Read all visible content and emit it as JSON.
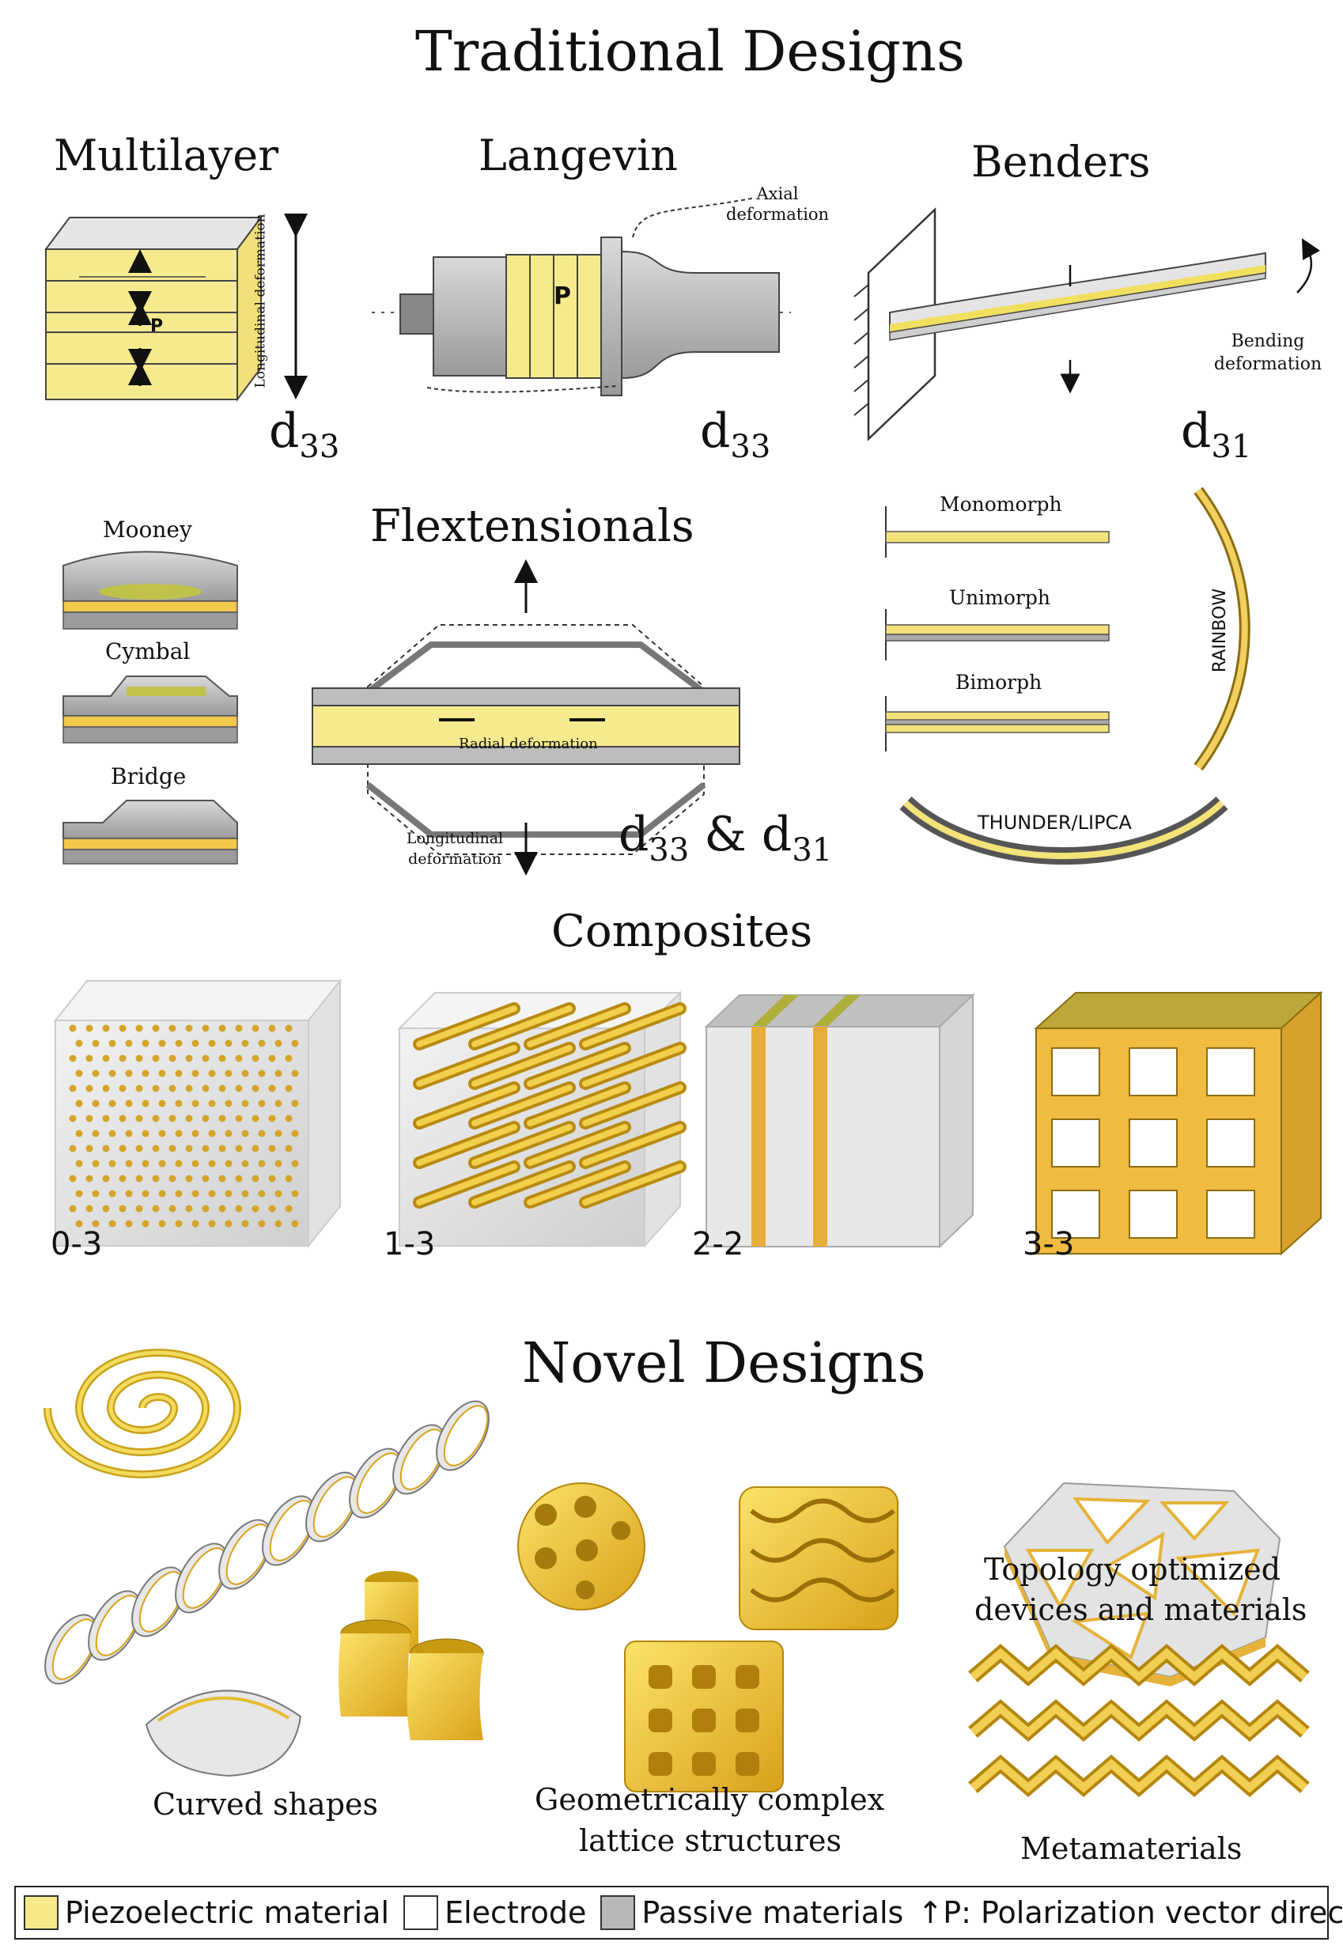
{
  "titles": {
    "traditional": "Traditional Designs",
    "novel": "Novel Designs",
    "composites": "Composites",
    "flextensionals": "Flextensionals"
  },
  "traditional": {
    "multilayer": {
      "title": "Multilayer",
      "side_label": "Longitudinal deformation",
      "p_label": "P",
      "coefficient": {
        "base": "d",
        "sub": "33"
      }
    },
    "langevin": {
      "title": "Langevin",
      "callout": "Axial deformation",
      "p_label": "P",
      "coefficient": {
        "base": "d",
        "sub": "33"
      }
    },
    "benders": {
      "title": "Benders",
      "callout": "Bending deformation",
      "coefficient": {
        "base": "d",
        "sub": "31"
      }
    }
  },
  "flextensional": {
    "variants": [
      "Mooney",
      "Cymbal",
      "Bridge"
    ],
    "center_label": "Radial deformation",
    "bottom_label": "Longitudinal deformation",
    "coefficient": {
      "a_base": "d",
      "a_sub": "33",
      "amp": "&",
      "b_base": "d",
      "b_sub": "31"
    },
    "benders_types": [
      "Monomorph",
      "Unimorph",
      "Bimorph"
    ],
    "rainbow": "RAINBOW",
    "thunder": "THUNDER/LIPCA"
  },
  "composites": {
    "items": [
      "0-3",
      "1-3",
      "2-2",
      "3-3"
    ]
  },
  "novel": {
    "curved": "Curved shapes",
    "lattice_line1": "Geometrically complex",
    "lattice_line2": "lattice structures",
    "topology_line1": "Topology optimized",
    "topology_line2": "devices and materials",
    "meta": "Metamaterials"
  },
  "legend": {
    "piezo": "Piezoelectric material",
    "electrode": "Electrode",
    "passive": "Passive materials",
    "polarization": "↑P: Polarization vector direction"
  },
  "colors": {
    "piezo": "#f5e98a",
    "gold": "#e8b830",
    "passive": "#b8b8b8",
    "electrode": "#ffffff"
  }
}
